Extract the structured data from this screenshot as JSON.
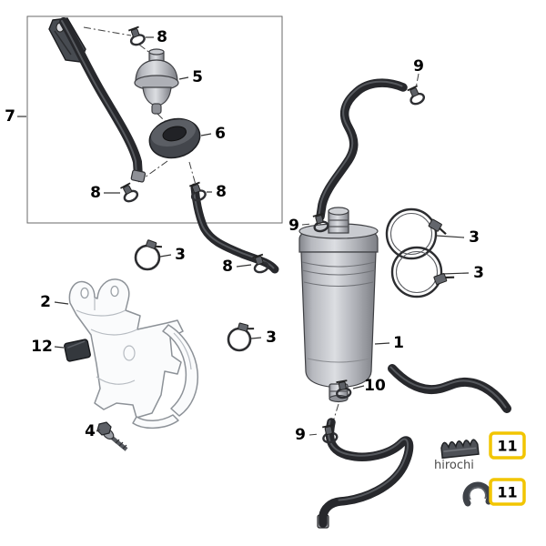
{
  "colors": {
    "highlight": "#F2C500",
    "hose": "#27282c",
    "background": "#ffffff"
  },
  "watermark": "hirochi",
  "callouts": {
    "part1": "1",
    "part2": "2",
    "part3_top": "3",
    "part3_right_upper": "3",
    "part3_right_lower": "3",
    "part3_mid": "3",
    "part4": "4",
    "part5": "5",
    "part6": "6",
    "part7": "7",
    "part8_top": "8",
    "part8_left": "8",
    "part8_mid": "8",
    "part8_lower": "8",
    "part9_topright": "9",
    "part9_mid": "9",
    "part9_bottom": "9",
    "part10": "10",
    "part11_upper": "11",
    "part11_lower": "11",
    "part12": "12"
  }
}
